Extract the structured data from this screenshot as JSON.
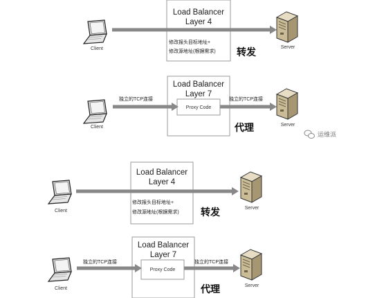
{
  "diagrams": [
    {
      "kind": "layer4",
      "box_title_1": "Load Balancer",
      "box_title_2": "Layer 4",
      "note_line_1": "修改报头目标地址+",
      "note_line_2": "修改源地址(根据需求)",
      "big_label": "转发",
      "client_label": "Client",
      "server_label": "Server"
    },
    {
      "kind": "layer7",
      "box_title_1": "Load Balancer",
      "box_title_2": "Layer 7",
      "left_conn": "独立的TCP连接",
      "right_conn": "独立的TCP连接",
      "proxy_label": "Proxy Code",
      "big_label": "代理",
      "client_label": "Client",
      "server_label": "Server"
    },
    {
      "kind": "layer4",
      "box_title_1": "Load Balancer",
      "box_title_2": "Layer 4",
      "note_line_1": "修改报头目标地址+",
      "note_line_2": "修改源地址(根据需求)",
      "big_label": "转发",
      "client_label": "Client",
      "server_label": "Server"
    },
    {
      "kind": "layer7",
      "box_title_1": "Load Balancer",
      "box_title_2": "Layer 7",
      "left_conn": "独立的TCP连接",
      "right_conn": "独立的TCP连接",
      "proxy_label": "Proxy Code",
      "big_label": "代理",
      "client_label": "Client",
      "server_label": "Server"
    }
  ],
  "watermark": {
    "text": "运维派",
    "icon": "wechat-icon"
  }
}
